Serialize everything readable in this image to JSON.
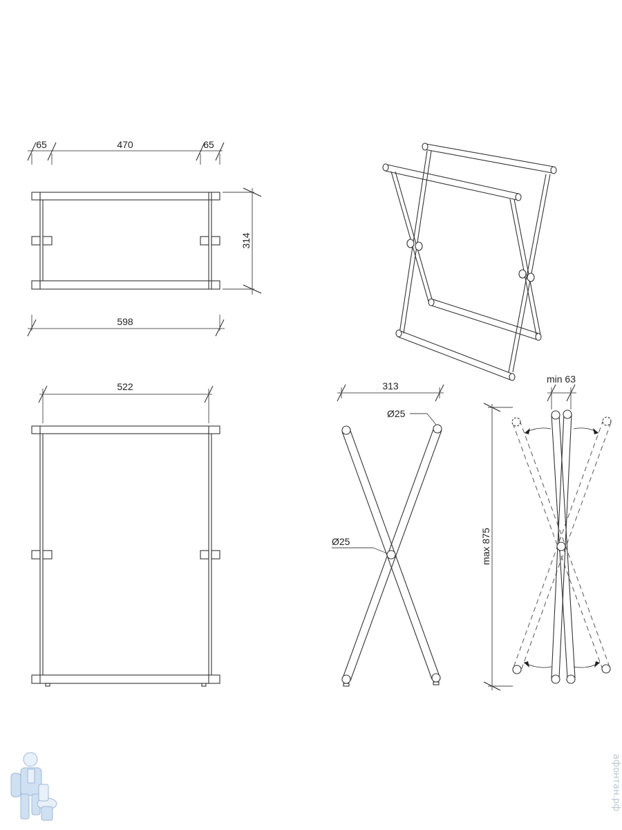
{
  "dimensions": {
    "top_view": {
      "left_offset": "65",
      "inner_width": "470",
      "right_offset": "65",
      "depth": "314",
      "total_width": "598"
    },
    "front_view": {
      "width": "522"
    },
    "side_view": {
      "leg_spread": "313",
      "tube_diameter_top": "Ø25",
      "tube_diameter_pivot": "Ø25"
    },
    "folded_view": {
      "min_gap": "min 63",
      "max_height": "max 875"
    }
  },
  "watermark": {
    "site": "афонтан.рф"
  },
  "colors": {
    "line": "#333333",
    "watermark": "#b9c6d2",
    "mascot": "#cfe0f2"
  }
}
